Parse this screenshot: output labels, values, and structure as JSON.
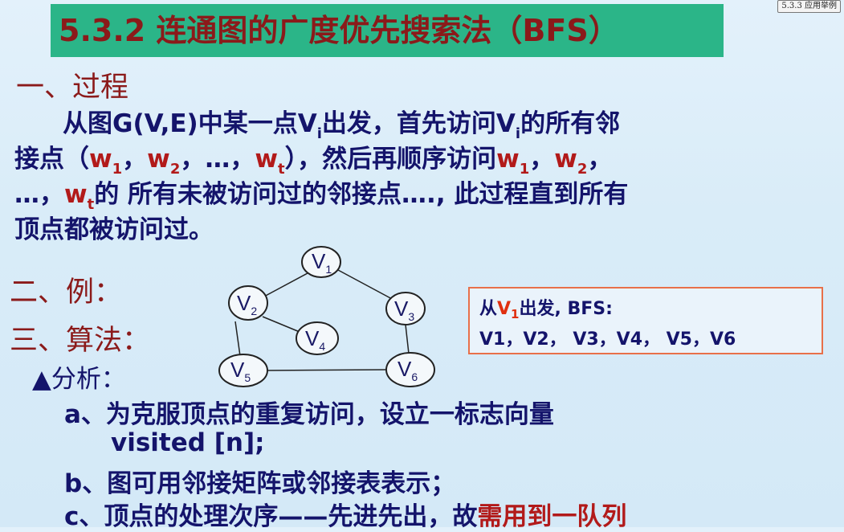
{
  "title": "5.3.2 连通图的广度优先搜索法（BFS）",
  "badge": "5.3.3 应用举例",
  "section1": "一、过程",
  "paragraph": {
    "l1_a": "从图G(V,E)中某一点V",
    "l1_sub1": "i",
    "l1_b": "出发，首先访问V",
    "l1_sub2": "i",
    "l1_c": "的所有邻",
    "l2_a": "接点（",
    "l2_w1": "w",
    "l2_w1s": "1",
    "l2_sep1": "，",
    "l2_w2": "w",
    "l2_w2s": "2",
    "l2_sep2": "，…，",
    "l2_wt": "w",
    "l2_wts": "t",
    "l2_b": "），然后再顺序访问",
    "l2_w1b": "w",
    "l2_w1bs": "1",
    "l2_sep3": "，",
    "l2_w2b": "w",
    "l2_w2bs": "2",
    "l2_sep4": "，",
    "l3_a": "…，",
    "l3_wt": "w",
    "l3_wts": "t",
    "l3_b": "的 所有未被访问过的邻接点…., 此过程直到所有",
    "l4": "顶点都被访问过。"
  },
  "section2": "二、例：",
  "section3": "三、算法：",
  "graph": {
    "nodes": [
      {
        "id": "v1",
        "label": "V",
        "sub": "1"
      },
      {
        "id": "v2",
        "label": "V",
        "sub": "2"
      },
      {
        "id": "v3",
        "label": "V",
        "sub": "3"
      },
      {
        "id": "v4",
        "label": "V",
        "sub": "4"
      },
      {
        "id": "v5",
        "label": "V",
        "sub": "5"
      },
      {
        "id": "v6",
        "label": "V",
        "sub": "6"
      }
    ],
    "edges": [
      [
        "v1",
        "v2"
      ],
      [
        "v1",
        "v3"
      ],
      [
        "v2",
        "v4"
      ],
      [
        "v2",
        "v5"
      ],
      [
        "v3",
        "v6"
      ],
      [
        "v5",
        "v6"
      ]
    ]
  },
  "bfs_box": {
    "prefix": "从",
    "v": "V",
    "vsub": "1",
    "suffix": "出发, BFS:",
    "order": "V1，V2， V3，V4， V5，V6"
  },
  "analysis": "▲分析：",
  "items": {
    "a1": "a、为克服顶点的重复访问，设立一标志向量",
    "a2": "visited [n];",
    "b": "b、图可用邻接矩阵或邻接表表示；",
    "c_a": "c、顶点的处理次序——先进先出，故",
    "c_b": "需用到一队列"
  },
  "colors": {
    "title_bg": "#2bb588",
    "title_text": "#8b1a1a",
    "body_text": "#14146b",
    "highlight": "#b21a1a",
    "box_border": "#e8704a"
  }
}
